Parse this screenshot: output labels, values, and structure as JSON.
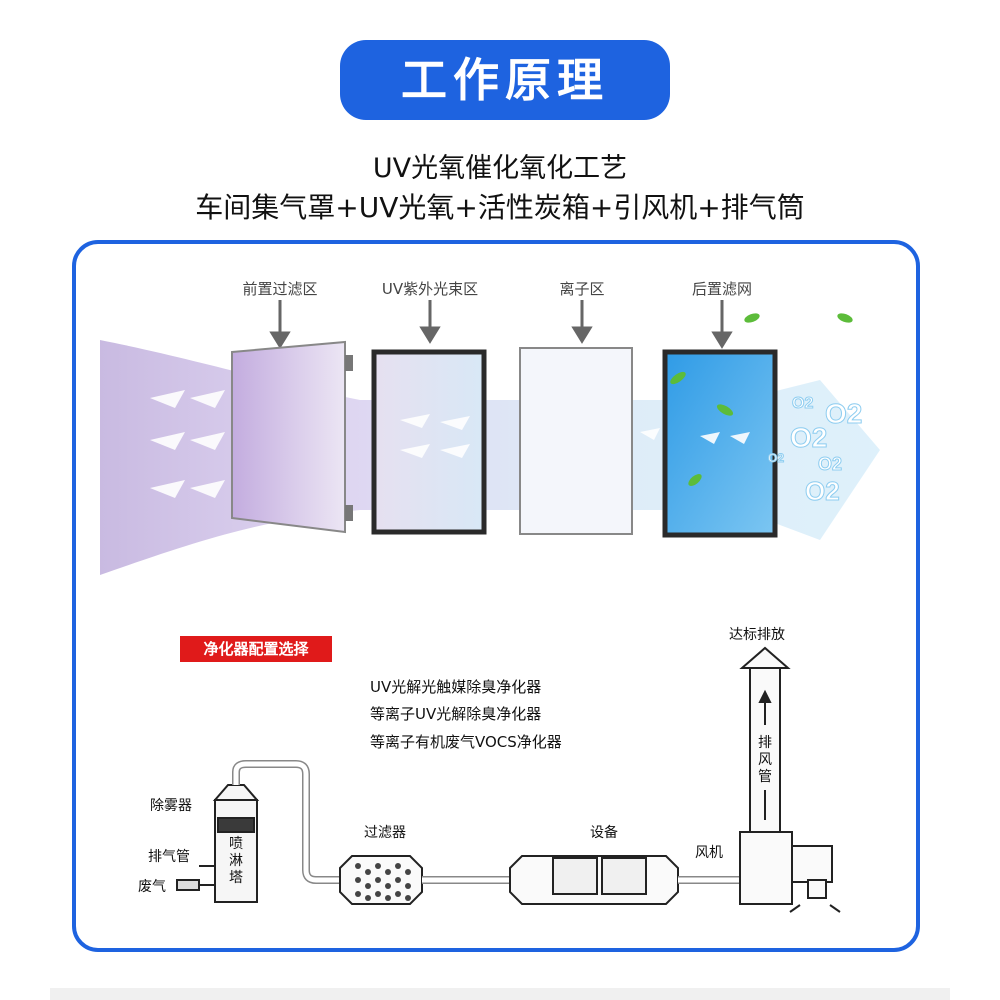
{
  "header": {
    "title": "工作原理",
    "subtitle_line1": "UV光氧催化氧化工艺",
    "subtitle_line2": "车间集气罩+UV光氧+活性炭箱+引风机+排气筒"
  },
  "zones": [
    {
      "label": "前置过滤区"
    },
    {
      "label": "UV紫外光束区"
    },
    {
      "label": "离子区"
    },
    {
      "label": "后置滤网"
    }
  ],
  "o2_labels": [
    "O2",
    "O2",
    "O2",
    "O2",
    "O2",
    "O2"
  ],
  "config": {
    "badge": "净化器配置选择",
    "options": [
      "UV光解光触媒除臭净化器",
      "等离子UV光解除臭净化器",
      "等离子有机废气VOCS净化器"
    ]
  },
  "system": {
    "demister": "除雾器",
    "exhaust_pipe": "排气管",
    "waste_gas": "废气",
    "spray_tower": "喷淋塔",
    "filter": "过滤器",
    "equipment": "设备",
    "fan": "风机",
    "exhaust_duct": "排风管",
    "discharge": "达标排放"
  },
  "colors": {
    "accent": "#1e63e0",
    "badge_red": "#e01a1a",
    "uv_purple": "#c9b6e6",
    "filter_blue": "#3fa4e8"
  }
}
